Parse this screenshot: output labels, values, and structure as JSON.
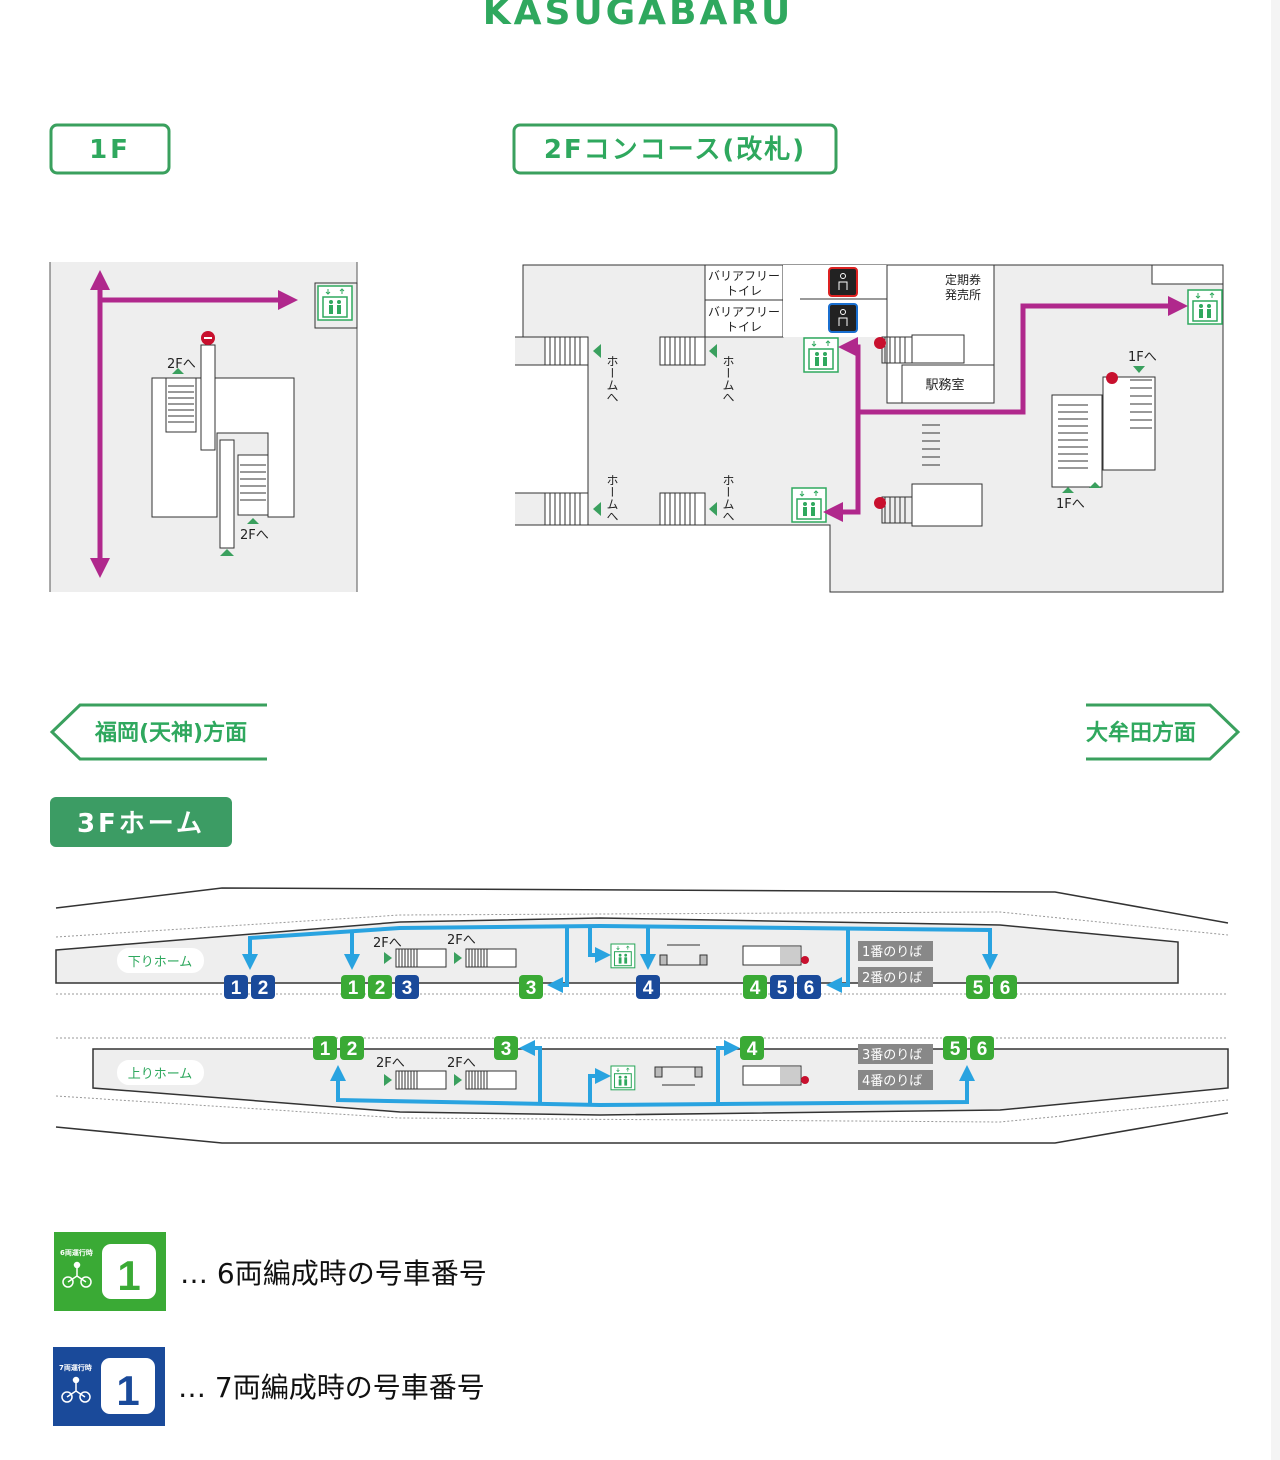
{
  "station_name": "KASUGABARU",
  "floor_1f": {
    "title": "1F",
    "stairs_up_1": "2Fへ",
    "stairs_up_2": "2Fへ"
  },
  "floor_2f": {
    "title": "2Fコンコース(改札)",
    "toilet_1": [
      "バリアフリー",
      "トイレ"
    ],
    "toilet_2": [
      "バリアフリー",
      "トイレ"
    ],
    "commuter_pass": [
      "定期券",
      "発売所"
    ],
    "station_office": "駅務室",
    "to_platform": "ホームへ",
    "to_1f_a": "1Fへ",
    "to_1f_b": "1Fへ"
  },
  "directions": {
    "left": "福岡(天神)方面",
    "right": "大牟田方面"
  },
  "floor_3f": {
    "title": "3Fホーム",
    "down_platform": {
      "label": "下りホーム",
      "to_2f": "2Fへ",
      "boards": [
        "1番のりば",
        "2番のりば"
      ],
      "cars": [
        {
          "number": "1",
          "formation": "7"
        },
        {
          "number": "2",
          "formation": "7"
        },
        {
          "number": "1",
          "formation": "6"
        },
        {
          "number": "2",
          "formation": "6"
        },
        {
          "number": "3",
          "formation": "7"
        },
        {
          "number": "3",
          "formation": "6"
        },
        {
          "number": "4",
          "formation": "7"
        },
        {
          "number": "4",
          "formation": "6"
        },
        {
          "number": "5",
          "formation": "7"
        },
        {
          "number": "6",
          "formation": "7"
        },
        {
          "number": "5",
          "formation": "6"
        },
        {
          "number": "6",
          "formation": "6"
        }
      ]
    },
    "up_platform": {
      "label": "上りホーム",
      "to_2f": "2Fへ",
      "boards": [
        "3番のりば",
        "4番のりば"
      ],
      "cars": [
        {
          "number": "1",
          "formation": "6"
        },
        {
          "number": "2",
          "formation": "6"
        },
        {
          "number": "3",
          "formation": "6"
        },
        {
          "number": "4",
          "formation": "6"
        },
        {
          "number": "5",
          "formation": "6"
        },
        {
          "number": "6",
          "formation": "6"
        }
      ]
    }
  },
  "legend": [
    {
      "badge_caption": "6両運行時",
      "number": "1",
      "text": "… 6両編成時の号車番号",
      "color": "#3aaa35"
    },
    {
      "badge_caption": "7両運行時",
      "number": "1",
      "text": "… 7両編成時の号車番号",
      "color": "#1a4a9a"
    }
  ],
  "colors": {
    "green": "#2fa85e",
    "magenta": "#b0288c",
    "route_blue": "#29a3e0",
    "car6": "#3aaa35",
    "car7": "#1a4a9a"
  }
}
